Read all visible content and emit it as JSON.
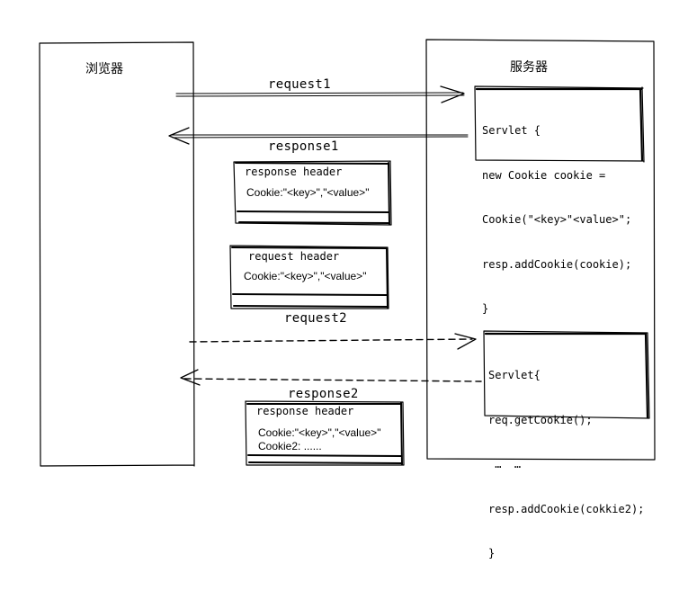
{
  "browser": {
    "title": "浏览器"
  },
  "server": {
    "title": "服务器"
  },
  "arrows": {
    "request1": "request1",
    "response1": "response1",
    "request2": "request2",
    "response2": "response2"
  },
  "servlet1": {
    "lines": [
      "Servlet {",
      "new Cookie cookie =",
      "Cookie(\"<key>\"<value>\";",
      "resp.addCookie(cookie);",
      "}"
    ]
  },
  "servlet2": {
    "lines": [
      "Servlet{",
      "req.getCookie();",
      " …  …",
      "resp.addCookie(cokkie2);",
      "}"
    ]
  },
  "response_header1": {
    "title": "response header",
    "cookie": "Cookie:\"<key>\",\"<value>\""
  },
  "request_header": {
    "title": "request header",
    "cookie": "Cookie:\"<key>\",\"<value>\""
  },
  "response_header2": {
    "title": "response header",
    "cookie": "Cookie:\"<key>\",\"<value>\"",
    "cookie2": "Cookie2: ......"
  }
}
